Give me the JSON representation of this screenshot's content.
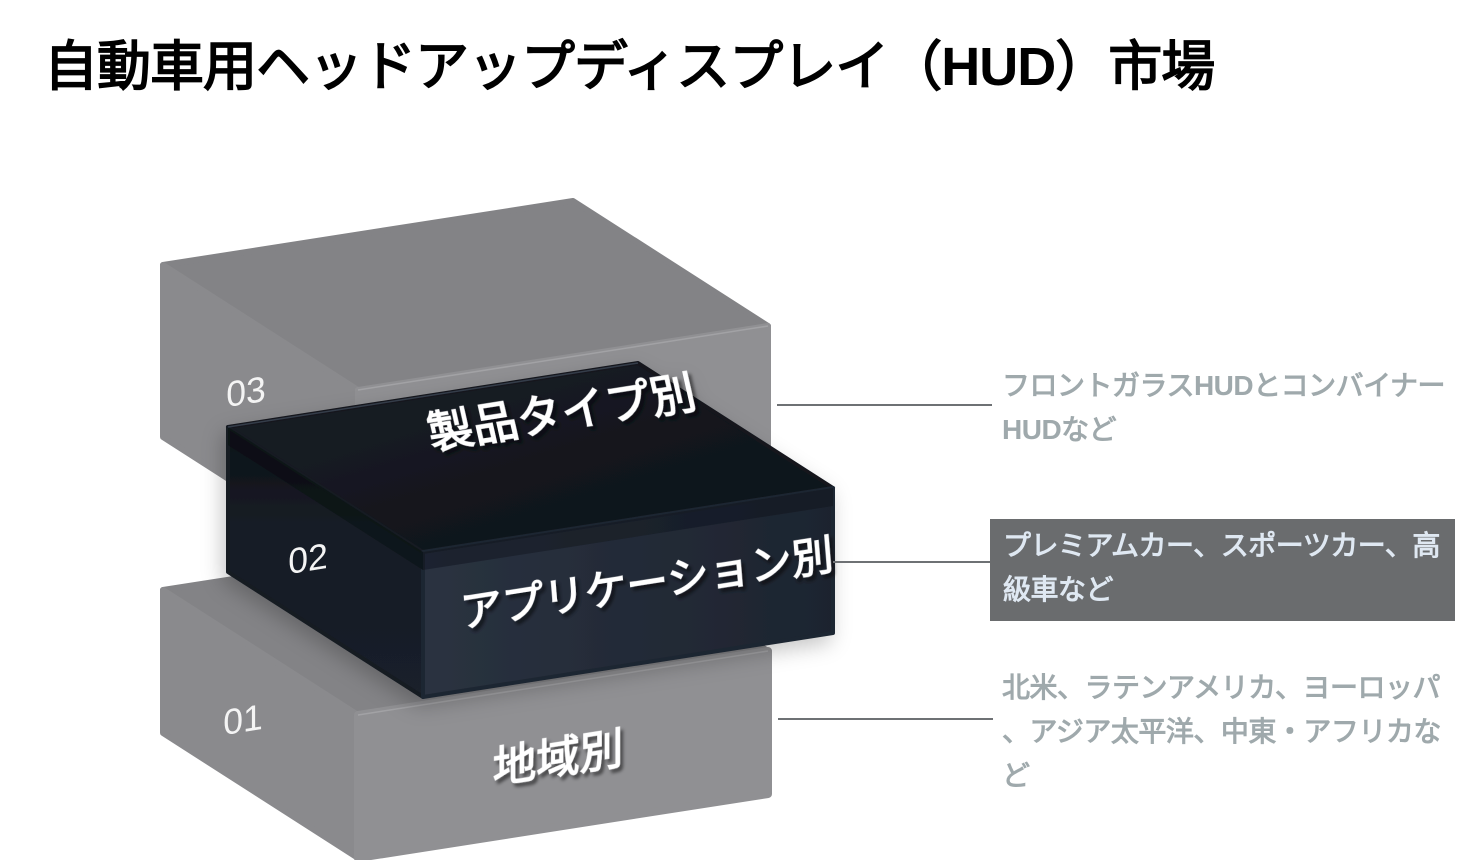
{
  "title": "自動車用ヘッドアップディスプレイ（HUD）市場",
  "colors": {
    "gray_box_top": "#838386",
    "gray_box_left": "#8a8a8d",
    "gray_box_front": "#909093",
    "dark_box": "#181e28",
    "connector_line": "#6e7174",
    "annotation_text": "#9fa9ac",
    "annotation_highlight_bg": "#6a6c6e",
    "annotation_highlight_text": "#dfe8f2",
    "label_text": "#ffffff"
  },
  "layers": [
    {
      "number": "03",
      "label": "製品タイプ別",
      "annotation": "フロントガラスHUDとコンバイナーHUDなど",
      "highlighted": false
    },
    {
      "number": "02",
      "label": "アプリケーション別",
      "annotation": "プレミアムカー、スポーツカー、高級車など",
      "highlighted": true
    },
    {
      "number": "01",
      "label": "地域別",
      "annotation": "北米、ラテンアメリカ、ヨーロッパ、アジア太平洋、中東・アフリカなど",
      "highlighted": false
    }
  ]
}
